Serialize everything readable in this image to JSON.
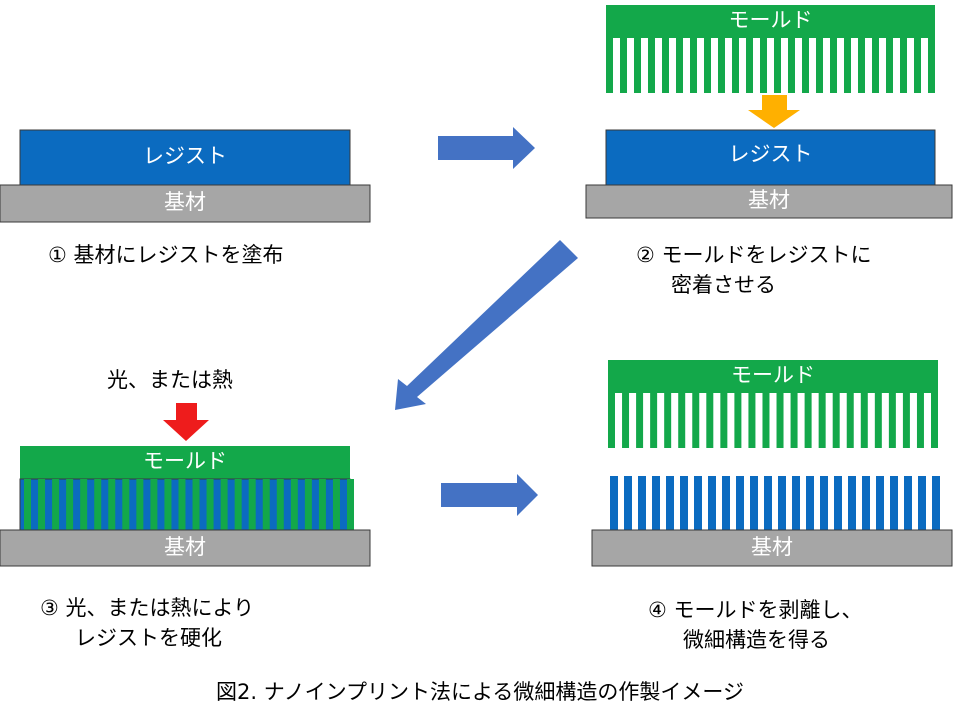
{
  "colors": {
    "resist": "#0b6bc0",
    "substrate": "#a6a6a6",
    "mold": "#13a84a",
    "process_arrow": "#4472c4",
    "press_arrow": "#ffb000",
    "energy_arrow": "#ee1c1c",
    "outline": "#3a3a3a"
  },
  "labels": {
    "resist": "レジスト",
    "substrate": "基材",
    "mold": "モールド"
  },
  "steps": [
    {
      "lines": [
        "① 基材にレジストを塗布"
      ]
    },
    {
      "lines": [
        "② モールドをレジストに",
        "密着させる"
      ]
    },
    {
      "lines": [
        "③ 光、または熱によりレジストを硬化",
        "レジストを硬化"
      ]
    },
    {
      "lines": [
        "④ モールドを剥離し、",
        "微細構造を得る"
      ]
    }
  ],
  "energy_label": "光、または熱",
  "figure_title": "図2. ナノインプリント法による微細構造の作製イメージ"
}
